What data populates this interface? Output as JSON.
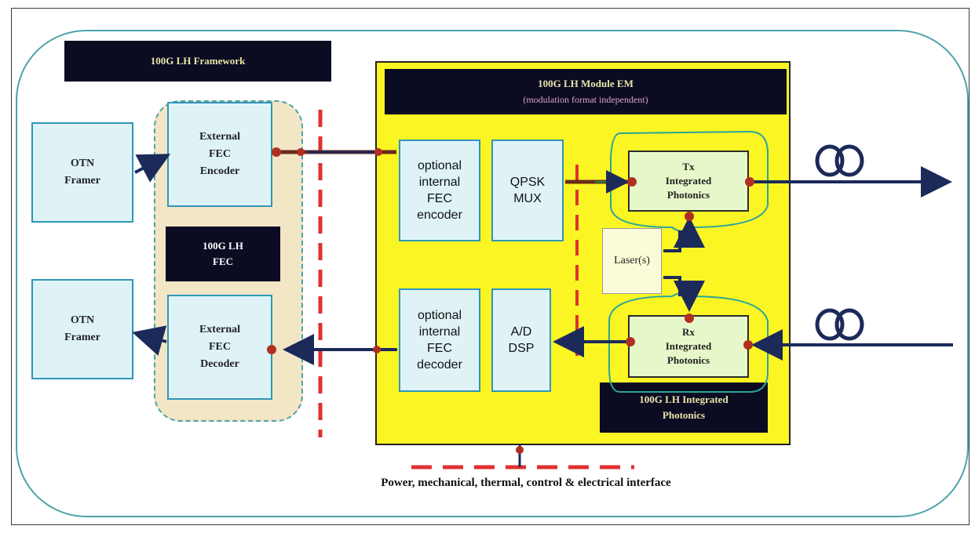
{
  "framework": {
    "title": "100G LH Framework"
  },
  "fec_group": {
    "label_line1": "100G LH",
    "label_line2": "FEC"
  },
  "otn_tx": {
    "line1": "OTN",
    "line2": "Framer"
  },
  "otn_rx": {
    "line1": "OTN",
    "line2": "Framer"
  },
  "ext_encoder": {
    "line1": "External",
    "line2": "FEC",
    "line3": "Encoder"
  },
  "ext_decoder": {
    "line1": "External",
    "line2": "FEC",
    "line3": "Decoder"
  },
  "module": {
    "title": "100G LH Module EM",
    "subtitle": "(modulation format independent)"
  },
  "int_encoder": {
    "line1": "optional",
    "line2": "internal",
    "line3": "FEC",
    "line4": "encoder"
  },
  "int_decoder": {
    "line1": "optional",
    "line2": "internal",
    "line3": "FEC",
    "line4": "decoder"
  },
  "qpsk": {
    "line1": "QPSK",
    "line2": "MUX"
  },
  "adc": {
    "line1": "A/D",
    "line2": "DSP"
  },
  "tx": {
    "line1": "Tx",
    "line2": "Integrated",
    "line3": "Photonics"
  },
  "rx": {
    "line1": "Rx",
    "line2": "Integrated",
    "line3": "Photonics"
  },
  "laser": {
    "label": "Laser(s)"
  },
  "integrated_photonics": {
    "line1": "100G LH Integrated",
    "line2": "Photonics"
  },
  "power": {
    "label": "Power, mechanical, thermal, control & electrical interface"
  },
  "colors": {
    "teal": "#4aa3a7",
    "yellow": "#fbf524",
    "navy": "#1c2a5a",
    "red_dash": "#e03030",
    "dot": "#b03020"
  },
  "icons": [
    "fiber-coil-icon"
  ]
}
